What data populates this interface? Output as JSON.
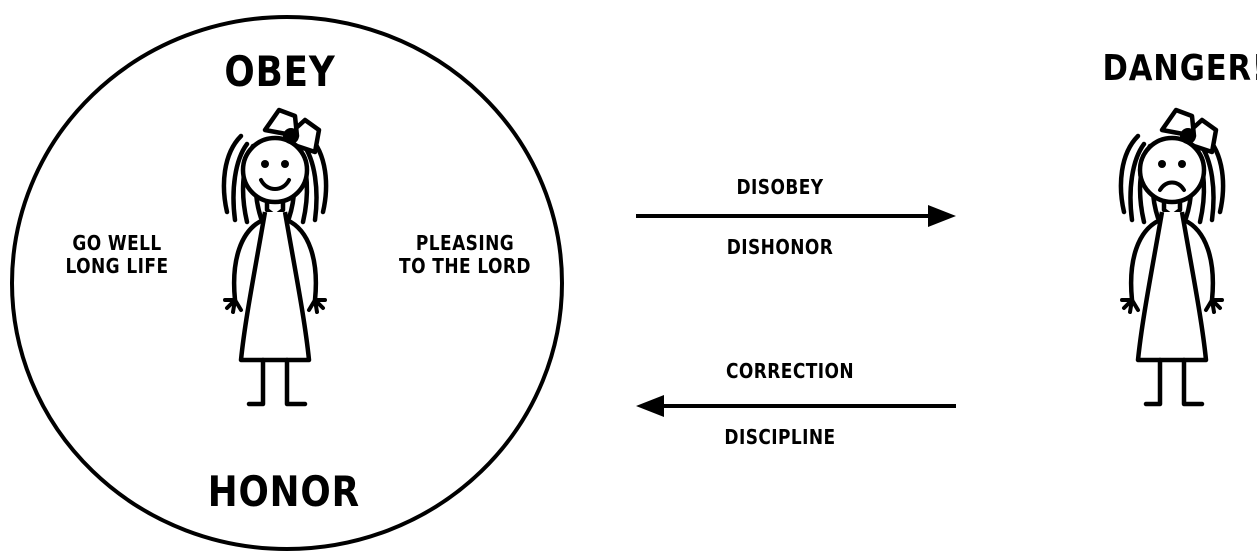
{
  "left_circle": {
    "top_label": "OBEY",
    "bottom_label": "HONOR",
    "left_text": [
      "GO WELL",
      "LONG LIFE"
    ],
    "right_text": [
      "PLEASING",
      "TO THE LORD"
    ]
  },
  "right_figure": {
    "top_label": "DANGER!"
  },
  "arrow_right": {
    "above_label": "DISOBEY",
    "below_label": "DISHONOR"
  },
  "arrow_left": {
    "above_label": "CORRECTION",
    "below_label": "DISCIPLINE"
  },
  "colors": {
    "ink": "#000000",
    "background": "#ffffff"
  },
  "icons": {
    "happy_girl": "happy-stick-girl-icon",
    "sad_girl": "sad-stick-girl-icon"
  }
}
